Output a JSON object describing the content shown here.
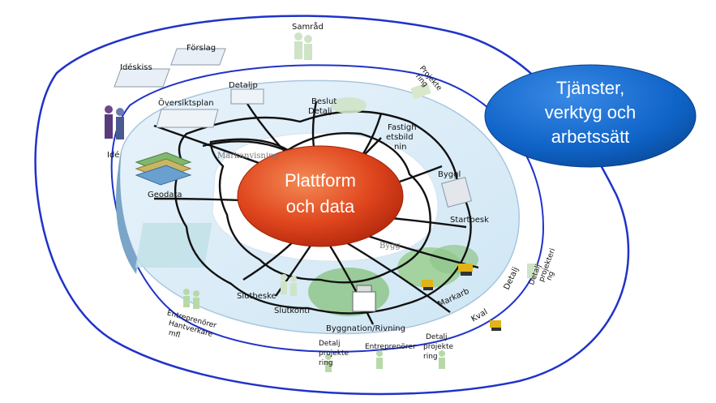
{
  "center": {
    "line1": "Plattform",
    "line2": "och data"
  },
  "services_oval": {
    "line1": "Tjänster,",
    "line2": "verktyg och",
    "line3": "arbetssätt"
  },
  "colors": {
    "outer_ring": "#1f33c8",
    "center_fill": "#e0461e",
    "oval_fill": "#0f63c7",
    "web": "#111111"
  },
  "outer_labels": {
    "ideskiss": "Idéskiss",
    "forslag": "Förslag",
    "samrad": "Samråd",
    "projektering_top": [
      "Projekte",
      "ring"
    ],
    "entreprenorer_left": [
      "Entreprenörer",
      "Hantverkare",
      "mfl"
    ],
    "detaljprojektering_bottom": [
      "Detalj",
      "projekte",
      "ring"
    ],
    "entreprenorer_bottom": "Entreprenörer",
    "detaljprojektering_bottom_right": [
      "Detalj",
      "projekte",
      "ring"
    ],
    "detaljprojektering_right": [
      "Detalj",
      "projekteri",
      "ng"
    ]
  },
  "ring_labels": {
    "oversiktsplan": "Översiktsplan",
    "detaljplan": "Detaljp",
    "beslut": [
      "Beslut",
      "Detalj"
    ],
    "fastighetsbildning": [
      "Fastigh",
      "etsbild",
      "nin"
    ],
    "bygglov": "Byggl",
    "startbesked": "Startbesk",
    "detalj_right": [
      "Detalj"
    ],
    "markarbeten": "Markarb",
    "kvalitet": "Kval",
    "byggnation": "Byggnation/Rivning",
    "slutkontroll": "Slutkontr",
    "slutbesked": "Slutbeske",
    "geodata": "Geodata",
    "ide": "Idé",
    "markanvisning": "Markanvisning",
    "bygg_inner": "Bygg"
  }
}
